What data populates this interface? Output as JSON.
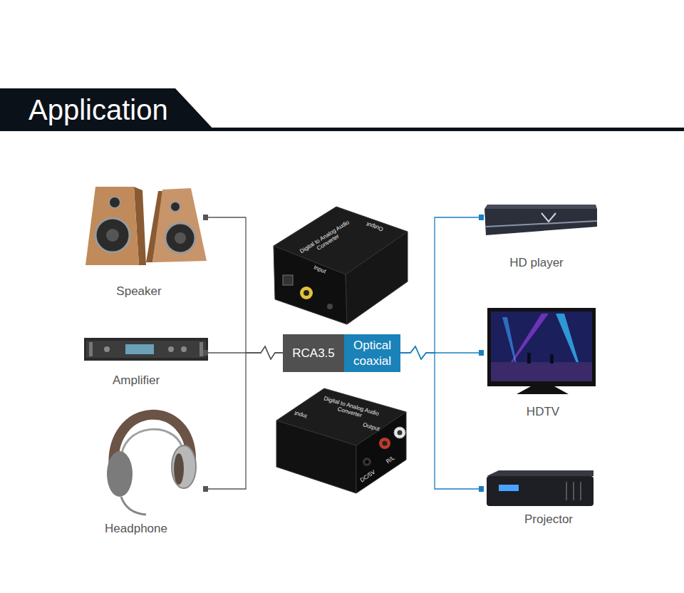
{
  "diagram": {
    "title": "Application",
    "nodes": [
      {
        "text": [
          "Speaker"
        ]
      },
      {
        "text": [
          "Amplifier"
        ]
      },
      {
        "text": [
          "Headphone"
        ]
      },
      {
        "text": [
          "RCA3.5"
        ]
      },
      {
        "text": [
          "Optical coaxial"
        ]
      },
      {
        "text": [
          "HD player"
        ]
      },
      {
        "text": [
          "HDTV"
        ]
      },
      {
        "text": [
          "Projector"
        ]
      }
    ],
    "edges": [
      {
        "from": 0,
        "to": 3,
        "arrow": "none"
      },
      {
        "from": 1,
        "to": 3,
        "arrow": "none"
      },
      {
        "from": 2,
        "to": 3,
        "arrow": "none"
      },
      {
        "from": 4,
        "to": 5,
        "arrow": "none"
      },
      {
        "from": 4,
        "to": 6,
        "arrow": "none"
      },
      {
        "from": 4,
        "to": 7,
        "arrow": "none"
      }
    ],
    "labels": [
      "Digital to Analog Audio Converter",
      "Output",
      "Input",
      "Digital to Analog Audio Converter",
      "Input",
      "Output",
      "DC/5V",
      "R/L"
    ]
  }
}
